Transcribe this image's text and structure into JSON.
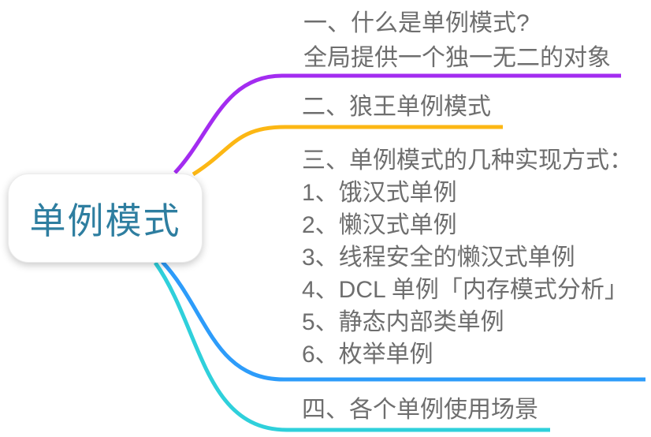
{
  "theme": {
    "page-bg": "#ffffff",
    "node-bg": "#ffffff",
    "root-text": "#2e7ea0",
    "branch-text": "#6e6e6e"
  },
  "root": {
    "label": "单例模式"
  },
  "branches": [
    {
      "id": "what-is-singleton",
      "color": "#a32cf0",
      "lines": [
        "一、什么是单例模式?",
        "全局提供一个独一无二的对象"
      ]
    },
    {
      "id": "wolf-king-singleton",
      "color": "#fcb714",
      "label": "二、狼王单例模式"
    },
    {
      "id": "implementations",
      "color": "#2d9cfa",
      "title": "三、单例模式的几种实现方式：",
      "items": [
        "1、饿汉式单例",
        "2、懒汉式单例",
        "3、线程安全的懒汉式单例",
        "4、DCL 单例「内存模式分析」",
        "5、静态内部类单例",
        "6、枚举单例"
      ]
    },
    {
      "id": "use-cases",
      "color": "#2fd0db",
      "label": "四、各个单例使用场景"
    }
  ]
}
